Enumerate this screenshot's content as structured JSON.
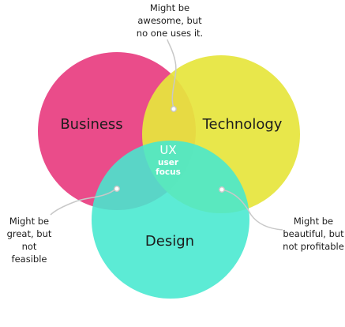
{
  "colors": {
    "business": "#ea4c8a",
    "technology": "#e6e53d",
    "design": "#45e8cf",
    "connector": "#c8c8c8"
  },
  "circles": {
    "business": "Business",
    "technology": "Technology",
    "design": "Design"
  },
  "center": {
    "title": "UX",
    "subtitle_line1": "user",
    "subtitle_line2": "focus"
  },
  "annotations": {
    "business_technology": "Might be\nawesome, but\nno one uses it.",
    "business_design": "Might be\ngreat, but\nnot feasible",
    "technology_design": "Might be\nbeautiful, but\nnot profitable"
  }
}
